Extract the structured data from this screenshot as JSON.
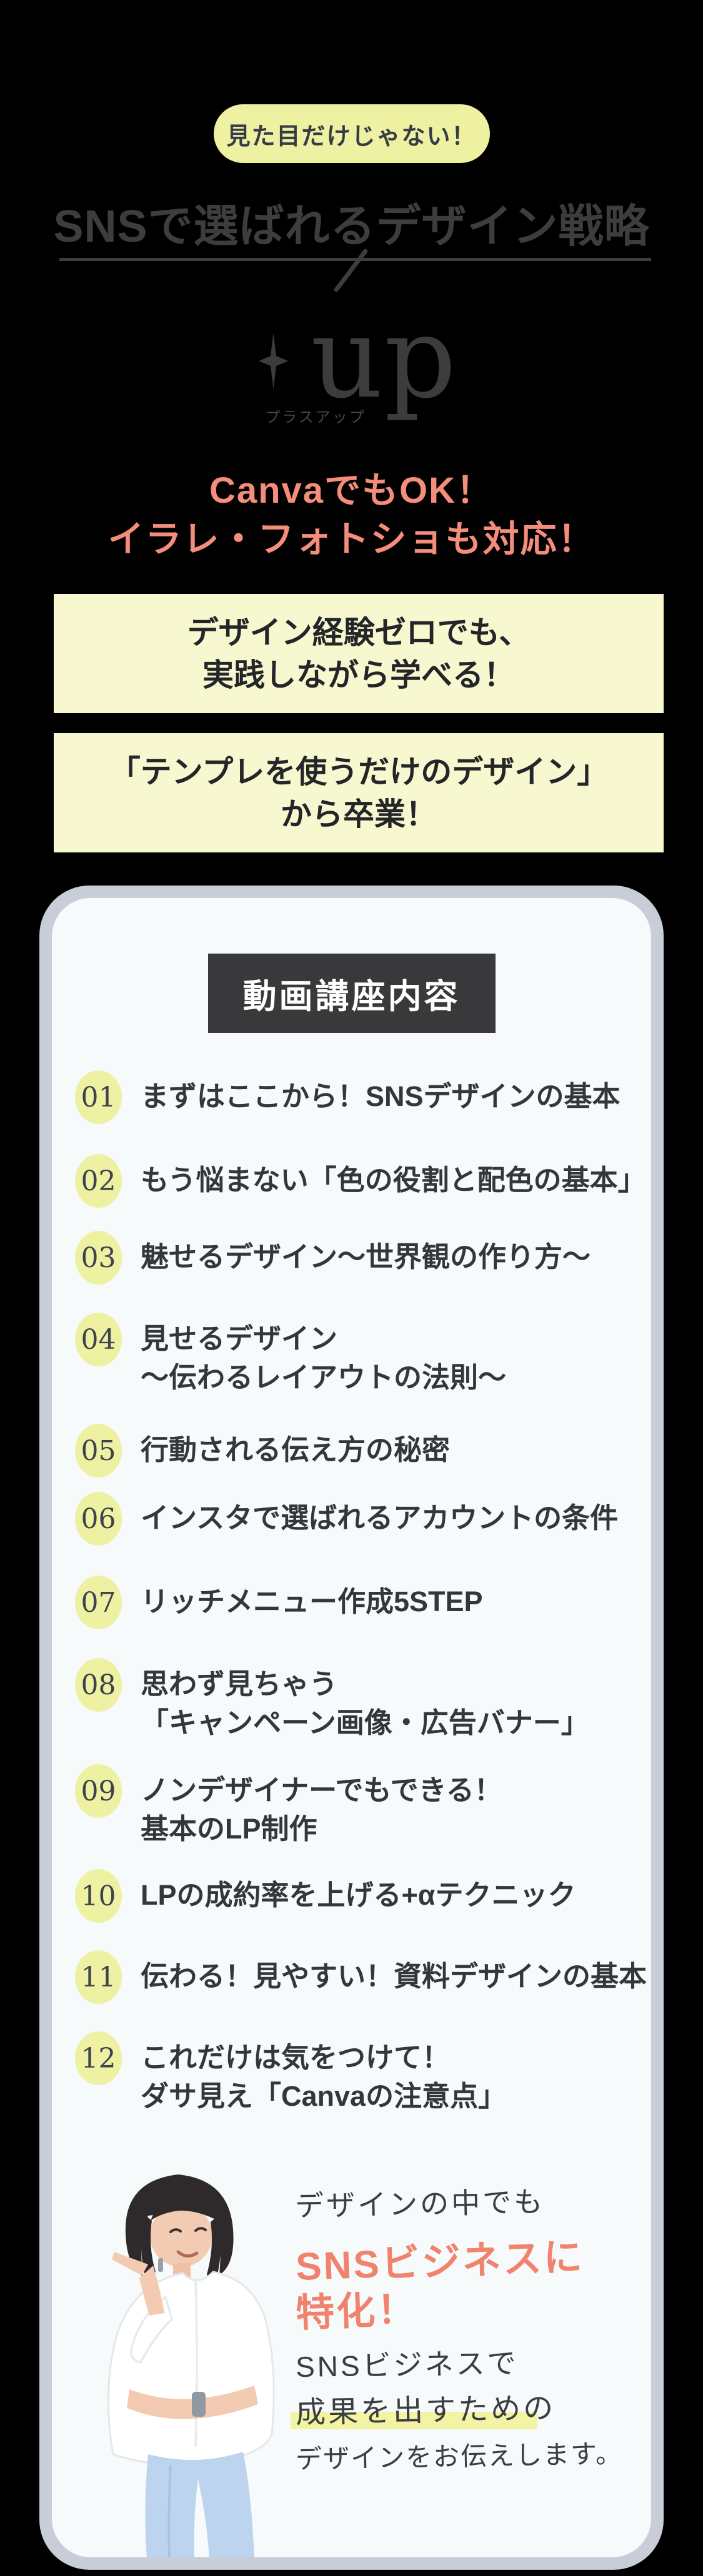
{
  "hero": {
    "badge": "見た目だけじゃない！",
    "title": "SNSで選ばれるデザイン戦略",
    "logo": {
      "mark": "sparkle",
      "text": "up",
      "reading": "プラスアップ"
    },
    "tools": {
      "line1": "CanvaでもOK！",
      "line2": "イラレ・フォトショも対応！"
    },
    "point1": {
      "line1": "デザイン経験ゼロでも、",
      "line2": "実践しながら学べる！"
    },
    "point2": {
      "line1": "「テンプレを使うだけのデザイン」",
      "line2": "から卒業！"
    }
  },
  "course": {
    "heading": "動画講座内容",
    "items": [
      {
        "num": "01",
        "line1": "まずはここから！SNSデザインの基本"
      },
      {
        "num": "02",
        "line1": "もう悩まない「色の役割と配色の基本」"
      },
      {
        "num": "03",
        "line1": "魅せるデザイン〜世界観の作り方〜"
      },
      {
        "num": "04",
        "line1": "見せるデザイン",
        "line2": "〜伝わるレイアウトの法則〜"
      },
      {
        "num": "05",
        "line1": "行動される伝え方の秘密"
      },
      {
        "num": "06",
        "line1": "インスタで選ばれるアカウントの条件"
      },
      {
        "num": "07",
        "line1": "リッチメニュー作成5STEP"
      },
      {
        "num": "08",
        "line1": "思わず見ちゃう",
        "line2": "「キャンペーン画像・広告バナー」"
      },
      {
        "num": "09",
        "line1": "ノンデザイナーでもできる！",
        "line2": "基本のLP制作"
      },
      {
        "num": "10",
        "line1": "LPの成約率を上げる+αテクニック"
      },
      {
        "num": "11",
        "line1": "伝わる！見やすい！資料デザインの基本"
      },
      {
        "num": "12",
        "line1": "これだけは気をつけて！",
        "line2": "ダサ見え「Canvaの注意点」"
      }
    ]
  },
  "outro": {
    "intro": "デザインの中でも",
    "focus1": "SNSビジネスに",
    "focus2": "特化！",
    "body1": "SNSビジネスで",
    "body2": "成果を出すための",
    "body3": "デザインをお伝えします。"
  },
  "colors": {
    "background": "#000000",
    "accent_yellow_green": "#edf1a1",
    "pale_yellow_box": "#f7f8cf",
    "coral": "#f58d7b",
    "coral_handwriting": "#f1836e",
    "marker_highlight": "#f2f4a4",
    "card_border": "#c8cdd8",
    "card_background": "#f6fafb",
    "heading_gray": "#3c3d3f",
    "badge_dark": "#39393b",
    "list_ink": "#33363b"
  }
}
